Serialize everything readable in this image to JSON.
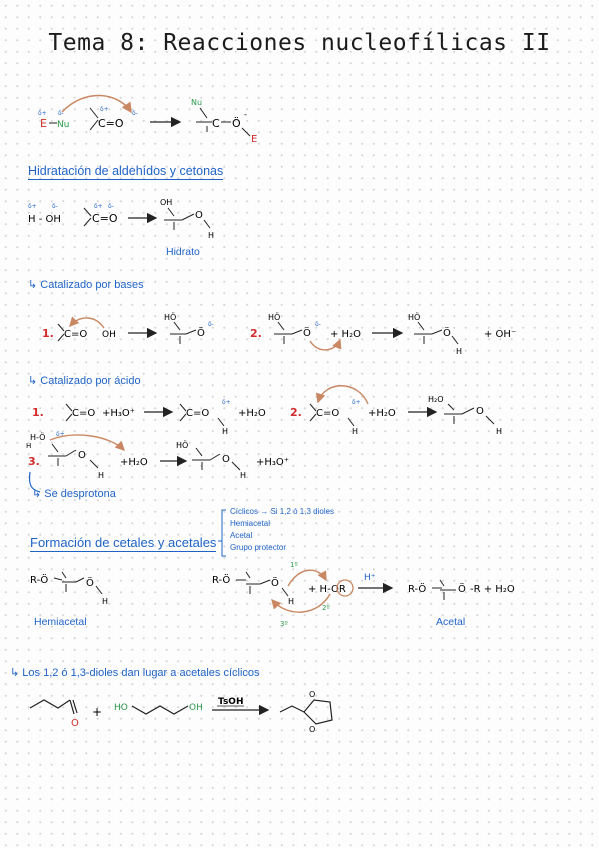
{
  "title": "Tema 8: Reacciones nucleofílicas II",
  "general": {
    "delta_pos": "δ+",
    "delta_neg": "δ-",
    "e_label": "E",
    "nu_label": "Nu",
    "o_label": "Ö",
    "o_minus": "-",
    "c_eq_o": "C=O"
  },
  "hydration": {
    "heading": "Hidratación de aldehídos y cetonas",
    "water": "H - OH",
    "hidrato_oh": "OH",
    "hidrato_caption": "Hidrato"
  },
  "base": {
    "heading": "Catalizado por bases",
    "step1": "1.",
    "step2": "2.",
    "oh_minus": "OH",
    "plus_h2o": "+ H₂O",
    "plus_ohm": "+ OH⁻"
  },
  "acid": {
    "heading": "Catalizado por ácido",
    "step1": "1.",
    "step2": "2.",
    "step3": "3.",
    "plus_h3o": "+H₃O⁺",
    "plus_h2o": "+H₂O",
    "h2o_label": "H₂O",
    "plus_h3o_end": "+H₃O⁺",
    "deprot_note": "Se desprotona"
  },
  "acetals": {
    "heading": "Formación de cetales y acetales",
    "bullets": [
      "Cíclicos → Si 1,2 ó 1,3 dioles",
      "Hemiacetal",
      "Acetal",
      "Grupo protector"
    ],
    "hemiacetal_caption": "Hemiacetal",
    "acetal_caption": "Acetal",
    "r_o": "R-Ö",
    "plus_hor": "+ H-OR",
    "hplus": "H⁺",
    "product_tail": "-R + H₂O",
    "n1": "1º",
    "n2": "2º",
    "n3": "3º"
  },
  "diols": {
    "heading": "Los 1,2 ó 1,3-dioles dan lugar a acetales cíclicos",
    "o_label": "O",
    "ho": "HO",
    "oh": "OH",
    "plus": "+",
    "tsoh": "TsOH"
  }
}
